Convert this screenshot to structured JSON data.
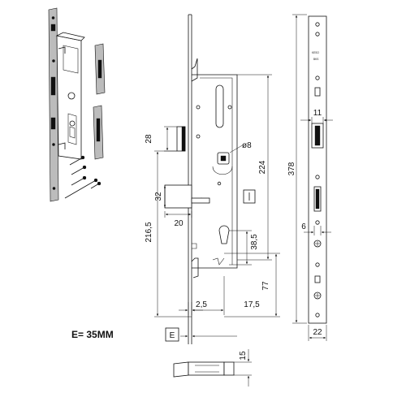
{
  "spec": {
    "text": "E=  35MM"
  },
  "side_view": {
    "dims": {
      "d28": "28",
      "d32": "32",
      "d20": "20",
      "d216_5": "216,5",
      "d8": "ø8",
      "d224": "224",
      "d38_5": "38,5",
      "d77": "77",
      "d2_5": "2,5",
      "d17_5": "17,5",
      "d378": "378",
      "e_box": "E"
    }
  },
  "front_view": {
    "dims": {
      "d11": "11",
      "d6": "6",
      "d22": "22"
    },
    "plate_text": [
      "KESO",
      "BKS"
    ]
  },
  "bottom_view": {
    "dims": {
      "d15": "15"
    }
  }
}
